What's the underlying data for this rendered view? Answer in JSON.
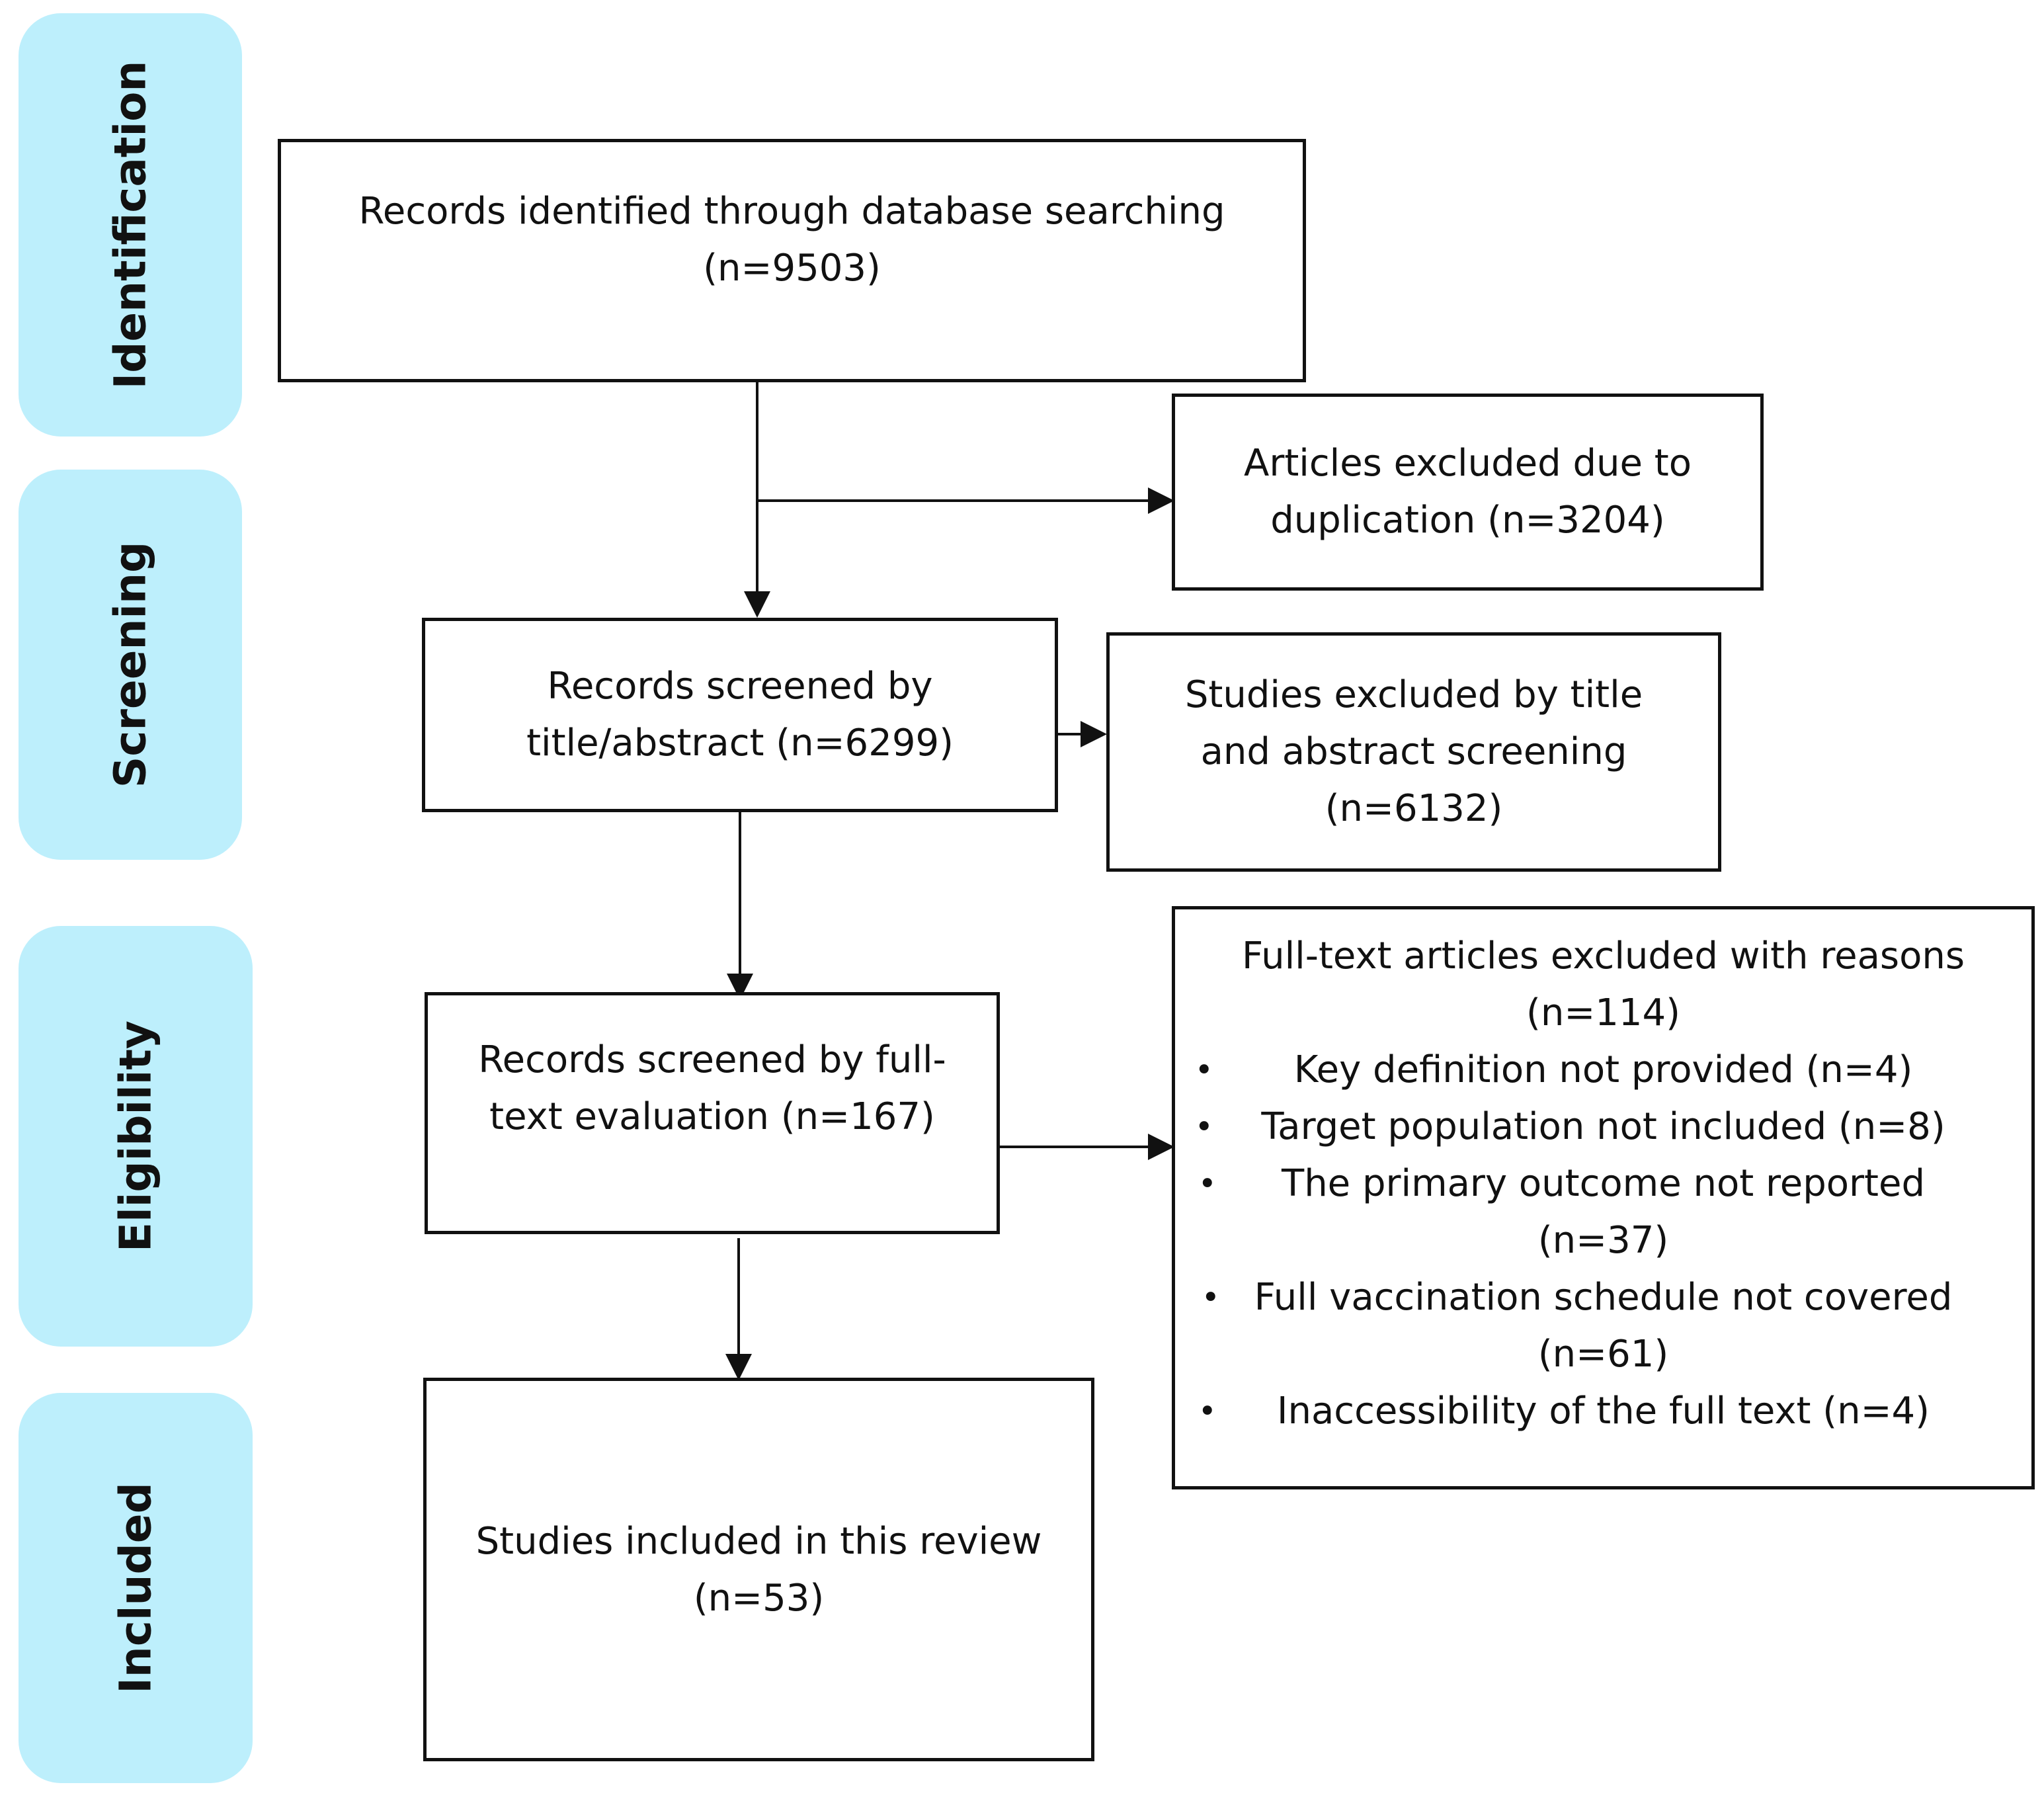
{
  "phases": {
    "identification": "Identification",
    "screening": "Screening",
    "eligibility": "Eligibility",
    "included": "Included"
  },
  "boxes": {
    "identified": [
      "Records identified through database searching",
      "(n=9503)"
    ],
    "duplicates": [
      "Articles excluded due to",
      "duplication (n=3204)"
    ],
    "screened": [
      "Records screened by",
      "title/abstract (n=6299)"
    ],
    "title_excluded": [
      "Studies excluded by title",
      "and abstract screening",
      "(n=6132)"
    ],
    "fulltext": [
      "Records screened by full-",
      "text evaluation (n=167)"
    ],
    "fulltext_excluded": {
      "heading": [
        "Full-text articles excluded with reasons",
        "(n=114)"
      ],
      "reasons": [
        [
          "Key definition not provided (n=4)"
        ],
        [
          "Target population not included (n=8)"
        ],
        [
          "The primary outcome not reported",
          "(n=37)"
        ],
        [
          "Full vaccination schedule not covered",
          "(n=61)"
        ],
        [
          "Inaccessibility of the full text (n=4)"
        ]
      ]
    },
    "included": [
      "Studies included in this review",
      "(n=53)"
    ]
  }
}
